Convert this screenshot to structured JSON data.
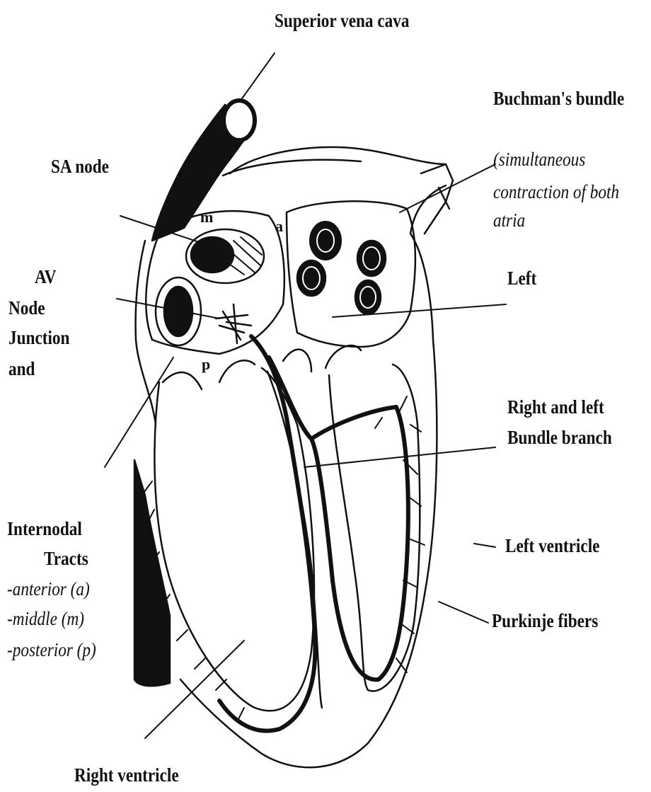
{
  "labels": {
    "superior_vena_cava": "Superior vena cava",
    "buchmans_bundle": "Buchman's  bundle",
    "simultaneous_1": "(simultaneous",
    "simultaneous_2": "contraction of both",
    "simultaneous_3": "atria",
    "sa_node": "SA node",
    "av_1": "AV",
    "av_2": "Node",
    "av_3": "Junction",
    "av_4": "and",
    "left": "Left",
    "right_left_1": "Right and left",
    "right_left_2": "Bundle branch",
    "internodal_1": "Internodal",
    "internodal_2": "Tracts",
    "tract_anterior": "-anterior (a)",
    "tract_middle": "-middle (m)",
    "tract_posterior": "-posterior (p)",
    "left_ventricle": "Left ventricle",
    "purkinje": "Purkinje fibers",
    "right_ventricle": "Right ventricle",
    "marker_m": "m",
    "marker_a": "a",
    "marker_p": "p"
  }
}
